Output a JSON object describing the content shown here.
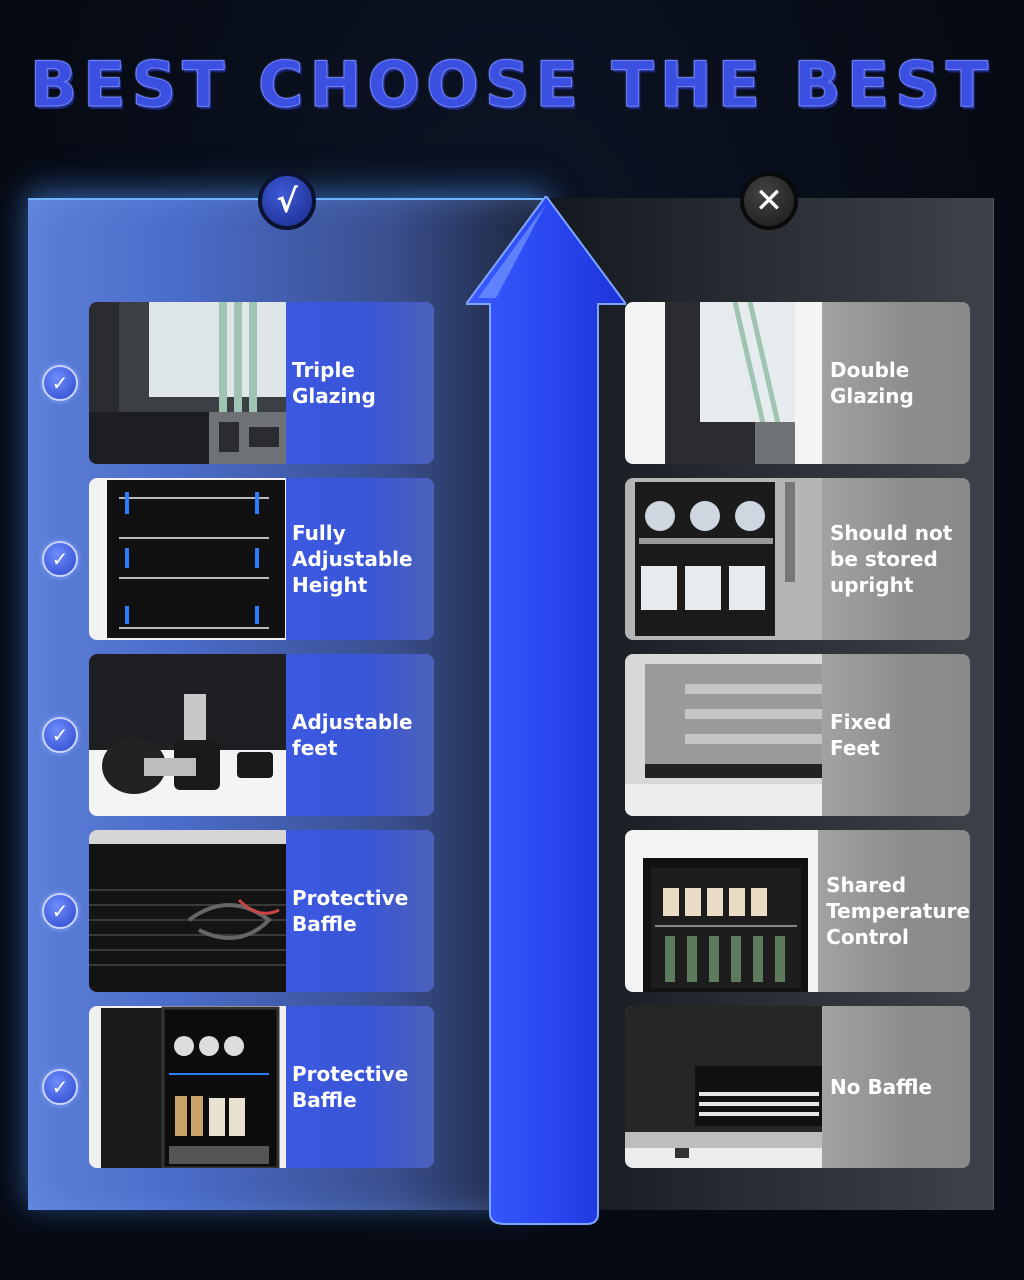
{
  "headline": "BEST CHOOSE THE BEST",
  "badges": {
    "good": "√",
    "bad": "✕"
  },
  "colors": {
    "accent": "#3b4fe0",
    "good_panel": "#3b58e0",
    "bad_panel": "#8c8c8c",
    "glow": "#6fb4ff"
  },
  "good": [
    {
      "label": "Triple\nGlazing",
      "icon": "window-frame-image"
    },
    {
      "label": "Fully\nAdjustable\nHeight",
      "icon": "shelves-image"
    },
    {
      "label": "Adjustable\nfeet",
      "icon": "leveling-feet-image"
    },
    {
      "label": "Protective\nBaffle",
      "icon": "compressor-image"
    },
    {
      "label": "Protective\nBaffle",
      "icon": "fridge-interior-image"
    }
  ],
  "bad": [
    {
      "label": "Double\nGlazing",
      "icon": "window-frame-image"
    },
    {
      "label": "Should not\nbe stored\nupright",
      "icon": "cans-image"
    },
    {
      "label": "Fixed\nFeet",
      "icon": "fixed-feet-image"
    },
    {
      "label": "Shared\nTemperature\nControl",
      "icon": "bottle-fridge-image"
    },
    {
      "label": "No Baffle",
      "icon": "open-base-image"
    }
  ]
}
